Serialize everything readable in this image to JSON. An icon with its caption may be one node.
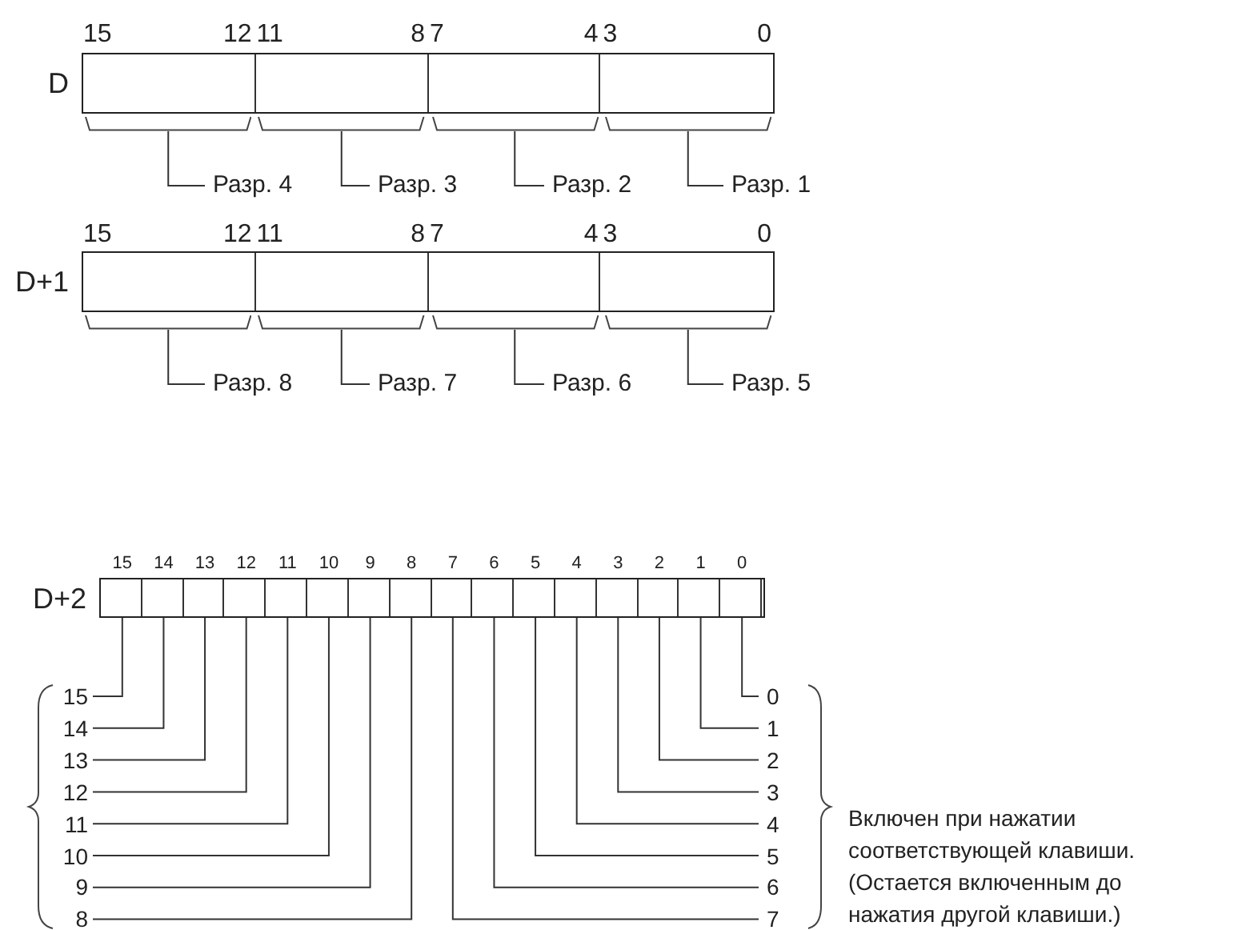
{
  "diagram": {
    "nodes": [
      {
        "text": [
          "D"
        ]
      },
      {
        "text": [],
        "shape": "brace"
      },
      {
        "text": [],
        "shape": "brace"
      },
      {
        "text": [],
        "shape": "brace"
      },
      {
        "text": [],
        "shape": "brace"
      },
      {
        "text": [
          "Разр. 4"
        ]
      },
      {
        "text": [
          "Разр. 3"
        ]
      },
      {
        "text": [
          "Разр. 2"
        ]
      },
      {
        "text": [
          "Разр. 1"
        ]
      },
      {
        "text": [
          "D+1"
        ]
      },
      {
        "text": [],
        "shape": "brace"
      },
      {
        "text": [],
        "shape": "brace"
      },
      {
        "text": [],
        "shape": "brace"
      },
      {
        "text": [],
        "shape": "brace"
      },
      {
        "text": [
          "Разр. 8"
        ]
      },
      {
        "text": [
          "Разр. 7"
        ]
      },
      {
        "text": [
          "Разр. 6"
        ]
      },
      {
        "text": [
          "Разр. 5"
        ]
      },
      {
        "text": [
          "D+2"
        ]
      },
      {
        "text": [],
        "shape": "box",
        "in": 18
      },
      {
        "text": [],
        "shape": "box",
        "in": 18
      },
      {
        "text": [],
        "shape": "box",
        "in": 18
      },
      {
        "text": [],
        "shape": "box",
        "in": 18
      },
      {
        "text": [],
        "shape": "box",
        "in": 18
      },
      {
        "text": [],
        "shape": "box",
        "in": 18
      },
      {
        "text": [],
        "shape": "box",
        "in": 18
      },
      {
        "text": [],
        "shape": "box",
        "in": 18
      },
      {
        "text": [],
        "shape": "box",
        "in": 18
      },
      {
        "text": [],
        "shape": "box",
        "in": 18
      },
      {
        "text": [],
        "shape": "box",
        "in": 18
      },
      {
        "text": [],
        "shape": "box",
        "in": 18
      },
      {
        "text": [],
        "shape": "box",
        "in": 18
      },
      {
        "text": [],
        "shape": "box",
        "in": 18
      },
      {
        "text": [],
        "shape": "box",
        "in": 18
      },
      {
        "text": [],
        "shape": "box",
        "in": 18
      },
      {
        "text": [
          "15"
        ]
      },
      {
        "text": [
          "14"
        ]
      },
      {
        "text": [
          "13"
        ]
      },
      {
        "text": [
          "12"
        ]
      },
      {
        "text": [
          "11"
        ]
      },
      {
        "text": [
          "10"
        ]
      },
      {
        "text": [
          "9"
        ]
      },
      {
        "text": [
          "8"
        ]
      },
      {
        "text": [
          "0"
        ]
      },
      {
        "text": [
          "1"
        ]
      },
      {
        "text": [
          "2"
        ]
      },
      {
        "text": [
          "3"
        ]
      },
      {
        "text": [
          "4"
        ]
      },
      {
        "text": [
          "5"
        ]
      },
      {
        "text": [
          "6"
        ]
      },
      {
        "text": [
          "7"
        ]
      }
    ],
    "edges": [
      {
        "from": 5,
        "to": 1,
        "arrow": "none"
      },
      {
        "from": 6,
        "to": 2,
        "arrow": "none"
      },
      {
        "from": 7,
        "to": 3,
        "arrow": "none"
      },
      {
        "from": 8,
        "to": 4,
        "arrow": "none"
      },
      {
        "from": 14,
        "to": 10,
        "arrow": "none"
      },
      {
        "from": 15,
        "to": 11,
        "arrow": "none"
      },
      {
        "from": 16,
        "to": 12,
        "arrow": "none"
      },
      {
        "from": 17,
        "to": 13,
        "arrow": "none"
      },
      {
        "from": 35,
        "to": 19,
        "arrow": "none"
      },
      {
        "from": 36,
        "to": 20,
        "arrow": "none"
      },
      {
        "from": 37,
        "to": 21,
        "arrow": "none"
      },
      {
        "from": 38,
        "to": 22,
        "arrow": "none"
      },
      {
        "from": 39,
        "to": 23,
        "arrow": "none"
      },
      {
        "from": 40,
        "to": 24,
        "arrow": "none"
      },
      {
        "from": 41,
        "to": 25,
        "arrow": "none"
      },
      {
        "from": 42,
        "to": 26,
        "arrow": "none"
      },
      {
        "from": 43,
        "to": 34,
        "arrow": "none"
      },
      {
        "from": 44,
        "to": 33,
        "arrow": "none"
      },
      {
        "from": 45,
        "to": 32,
        "arrow": "none"
      },
      {
        "from": 46,
        "to": 31,
        "arrow": "none"
      },
      {
        "from": 47,
        "to": 30,
        "arrow": "none"
      },
      {
        "from": 48,
        "to": 29,
        "arrow": "none"
      },
      {
        "from": 49,
        "to": 28,
        "arrow": "none"
      },
      {
        "from": 50,
        "to": 27,
        "arrow": "none"
      }
    ],
    "labels": [
      "15",
      "12",
      "11",
      "8",
      "7",
      "4",
      "3",
      "0",
      "15",
      "12",
      "11",
      "8",
      "7",
      "4",
      "3",
      "0",
      "15",
      "14",
      "13",
      "12",
      "11",
      "10",
      "9",
      "8",
      "7",
      "6",
      "5",
      "4",
      "3",
      "2",
      "1",
      "0",
      "Включен при нажатии соответствующей клавиши. (Остается включенным до нажатия другой клавиши.)"
    ]
  }
}
